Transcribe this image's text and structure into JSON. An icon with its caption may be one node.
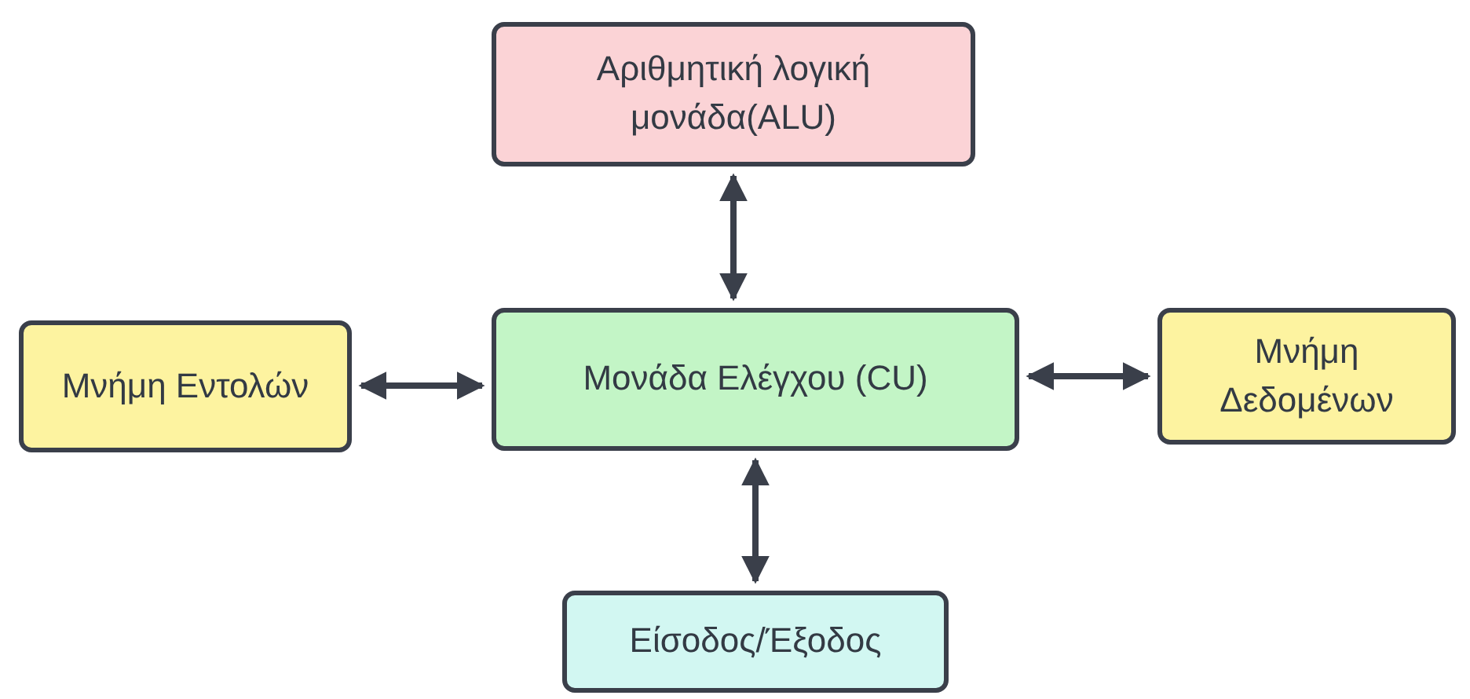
{
  "diagram": {
    "nodes": [
      {
        "text": [
          "Αριθμητική λογική μονάδα(ALU)"
        ]
      },
      {
        "text": [
          "Μνήμη Εντολών"
        ]
      },
      {
        "text": [
          "Μονάδα Ελέγχου (CU)"
        ]
      },
      {
        "text": [
          "Μνήμη Δεδομένων"
        ]
      },
      {
        "text": [
          "Είσοδος/Έξοδος"
        ]
      }
    ],
    "edges": [
      {
        "from": 2,
        "to": 0,
        "arrow": "both"
      },
      {
        "from": 1,
        "to": 2,
        "arrow": "both"
      },
      {
        "from": 2,
        "to": 3,
        "arrow": "both"
      },
      {
        "from": 2,
        "to": 4,
        "arrow": "both"
      }
    ]
  }
}
